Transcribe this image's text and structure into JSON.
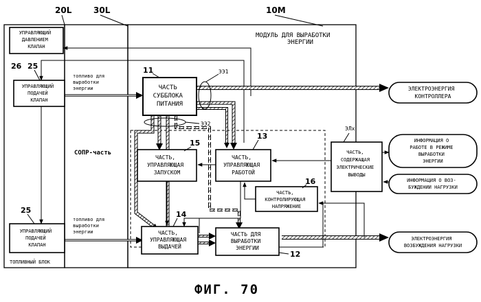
{
  "labels": {
    "l20L": "20L",
    "l30L": "30L",
    "l10M": "10M",
    "module_title_1": "МОДУЛЬ ДЛЯ ВЫРАБОТКИ",
    "module_title_2": "ЭНЕРГИИ",
    "fuel_block": "ТОПЛИВНЫЙ БЛОК",
    "sopr": "СОПР-часть",
    "fuel_top_1": "топливо для",
    "fuel_top_2": "выработки",
    "fuel_top_3": "энергии",
    "fuel_bot_1": "топливо для",
    "fuel_bot_2": "выработки",
    "fuel_bot_3": "энергии",
    "ee1": "ЭЭ1",
    "ee2": "ЭЭ2",
    "elx": "ЭЛх",
    "caption": "ФИГ. 70"
  },
  "refs": {
    "n26": "26",
    "n25a": "25",
    "n25b": "25",
    "n11": "11",
    "n13": "13",
    "n14": "14",
    "n15": "15",
    "n16": "16",
    "n12": "12"
  },
  "boxes": {
    "pressure_valve": [
      "УПРАВЛЯЮЩИЙ",
      "ДАВЛЕНИЕМ",
      "КЛАПАН"
    ],
    "feed_valve_top": [
      "УПРАВЛЯЮЩИЙ",
      "ПОДАЧЕЙ",
      "КЛАПАН"
    ],
    "feed_valve_bottom": [
      "УПРАВЛЯЮЩИЙ",
      "ПОДАЧЕЙ",
      "КЛАПАН"
    ],
    "power_subblock": [
      "ЧАСТЬ",
      "СУББЛОКА",
      "ПИТАНИЯ"
    ],
    "start_control": [
      "ЧАСТЬ,",
      "УПРАВЛЯЮЩАЯ",
      "ЗАПУСКОМ"
    ],
    "work_control": [
      "ЧАСТЬ,",
      "УПРАВЛЯЮЩАЯ",
      "РАБОТОЙ"
    ],
    "voltage_control": [
      "ЧАСТЬ,",
      "КОНТРОЛИРУЮЩАЯ",
      "НАПРЯЖЕНИЕ"
    ],
    "output_control": [
      "ЧАСТЬ,",
      "УПРАВЛЯЮЩАЯ",
      "ВЫДАЧЕЙ"
    ],
    "generation": [
      "ЧАСТЬ ДЛЯ",
      "ВЫРАБОТКИ",
      "ЭНЕРГИИ"
    ],
    "terminals": [
      "ЧАСТЬ,",
      "СОДЕРЖАЩАЯ",
      "ЭЛЕКТРИЧЕСКИЕ",
      "ВЫВОДЫ"
    ]
  },
  "outputs": {
    "controller_power": [
      "ЭЛЕКТРОЭНЕРГИЯ",
      "КОНТРОЛЛЕРА"
    ],
    "mode_info": [
      "ИНФОРМАЦИЯ О",
      "РАБОТЕ В РЕЖИМЕ",
      "ВЫРАБОТКИ",
      "ЭНЕРГИИ"
    ],
    "load_info": [
      "ИНФОРМАЦИЯ О ВОЗ-",
      "БУЖДЕНИИ НАГРУЗКИ"
    ],
    "load_power": [
      "ЭЛЕКТРОЭНЕРГИЯ",
      "ВОЗБУЖДЕНИЯ НАГРУЗКИ"
    ]
  }
}
